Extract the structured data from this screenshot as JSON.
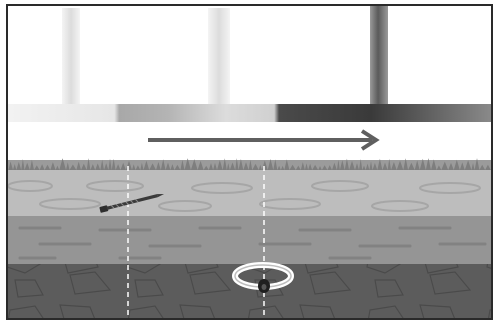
{
  "scene": {
    "description_visible_text": "",
    "colors": {
      "sky": "#ffffff",
      "pole_light": "#e8e8e8",
      "pole_mid": "#d4d4d4",
      "pole_dark": "#6e6e6e",
      "detector_bar_light": "#e9e9e9",
      "detector_bar_dark": "#3f3f3f",
      "arrow": "#5f5f5f",
      "grass": "#8c8c8c",
      "soil_top": "#bdbdbd",
      "soil_mid": "#9a9a9a",
      "soil_deep": "#707070",
      "soil_bottom": "#585858",
      "guide_line": "#ffffff",
      "border": "#2a2a2a"
    },
    "items": [
      {
        "name": "nail",
        "icon": "nail-icon"
      },
      {
        "name": "ring",
        "icon": "ring-icon"
      }
    ],
    "direction": "right"
  }
}
